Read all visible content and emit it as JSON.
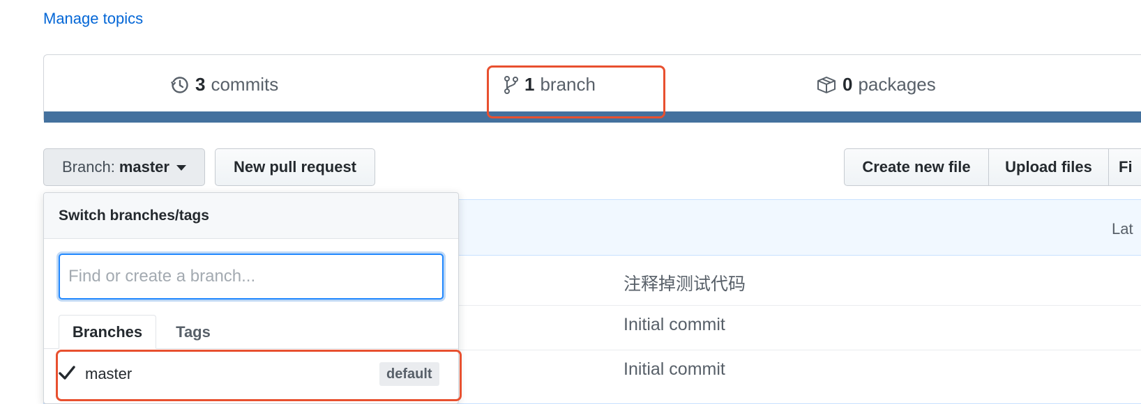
{
  "manage_topics": "Manage topics",
  "summary": {
    "commits": {
      "count": "3",
      "label": "commits"
    },
    "branches": {
      "count": "1",
      "label": "branch"
    },
    "packages": {
      "count": "0",
      "label": "packages"
    }
  },
  "toolbar": {
    "branch_prefix": "Branch:",
    "branch_name": "master",
    "new_pull_request": "New pull request",
    "create_new_file": "Create new file",
    "upload_files": "Upload files",
    "find_file_partial": "Fi"
  },
  "file_list": {
    "latest_partial": "Lat",
    "messages": [
      "注释掉测试代码",
      "Initial commit",
      "Initial commit"
    ]
  },
  "dropdown": {
    "title": "Switch branches/tags",
    "filter_placeholder": "Find or create a branch...",
    "tabs": [
      "Branches",
      "Tags"
    ],
    "items": [
      {
        "name": "master",
        "badge": "default",
        "selected": true
      }
    ]
  },
  "colors": {
    "link": "#0366d6",
    "language_bar": "#44719e",
    "highlight": "#e8502f",
    "focus": "#2188ff"
  }
}
